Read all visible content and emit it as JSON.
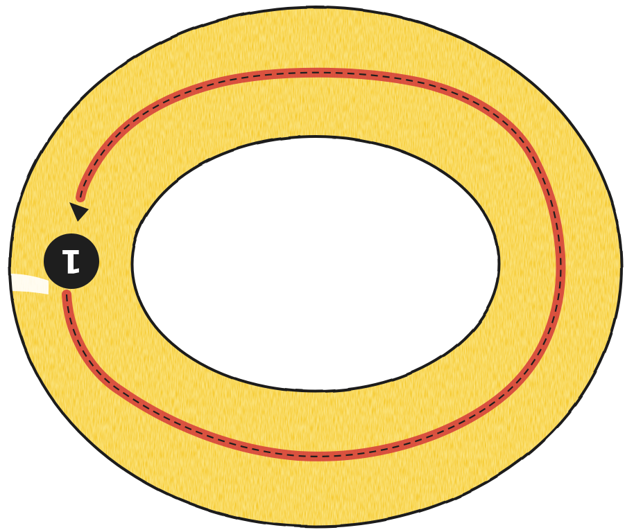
{
  "drawing": {
    "shape": "ring",
    "medium": "crayon",
    "start_marker": {
      "label": "1",
      "icon": "numbered-circle-icon"
    },
    "direction_marker": {
      "icon": "arrowhead-icon",
      "direction": "counterclockwise"
    },
    "colors": {
      "ring_fill": "#f5c82a",
      "ring_fill_light": "#fbe27a",
      "outline": "#1e1e1e",
      "path_line": "#d3393a",
      "path_dash": "#1e1e1e",
      "marker_fill": "#1e1e1e",
      "marker_text": "#ffffff",
      "background": "#ffffff"
    }
  }
}
